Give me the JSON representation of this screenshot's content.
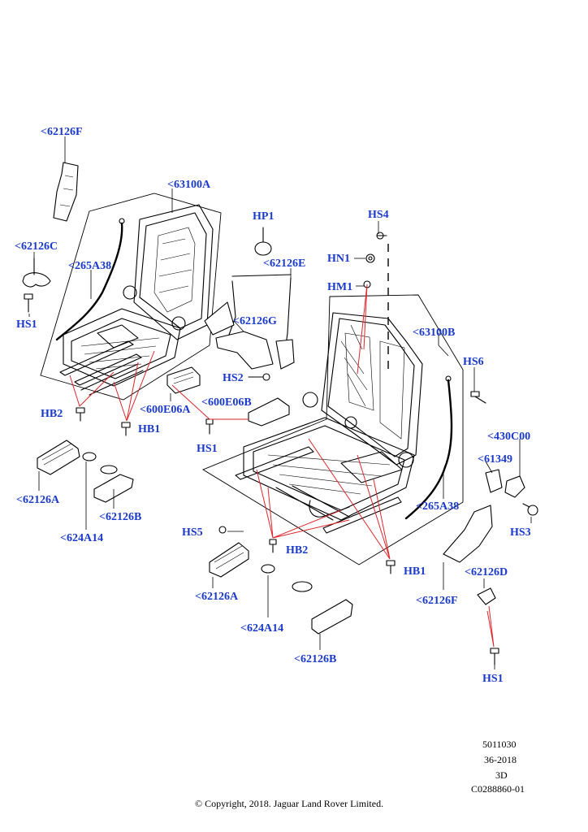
{
  "callouts": {
    "c62126F_top": "<62126F",
    "c63100A": "<63100A",
    "cHP1": "HP1",
    "cHS4": "HS4",
    "c62126C": "<62126C",
    "c265A38_left": "<265A38",
    "c62126E": "<62126E",
    "cHN1": "HN1",
    "cHM1": "HM1",
    "cHS1_left": "HS1",
    "c62126G": "<62126G",
    "c63100B": "<63100B",
    "cHS6": "HS6",
    "cHS2": "HS2",
    "c600E06B": "<600E06B",
    "cHB2_left": "HB2",
    "c600E06A": "<600E06A",
    "cHB1_left": "HB1",
    "cHS1_mid": "HS1",
    "c430C00": "<430C00",
    "c61349": "<61349",
    "c62126A_left": "<62126A",
    "c62126B_left": "<62126B",
    "c265A38_right": "<265A38",
    "cHS3": "HS3",
    "c624A14_left": "<624A14",
    "cHS5": "HS5",
    "cHB2_mid": "HB2",
    "cHB1_right": "HB1",
    "c62126D": "<62126D",
    "c62126A_mid": "<62126A",
    "c62126F_right": "<62126F",
    "c624A14_mid": "<624A14",
    "c62126B_mid": "<62126B",
    "cHS1_right": "HS1"
  },
  "meta": {
    "line1": "5011030",
    "line2": "36-2018",
    "line3": "3D",
    "line4": "C0288860-01"
  },
  "copyright": "© Copyright, 2018. Jaguar Land Rover Limited."
}
